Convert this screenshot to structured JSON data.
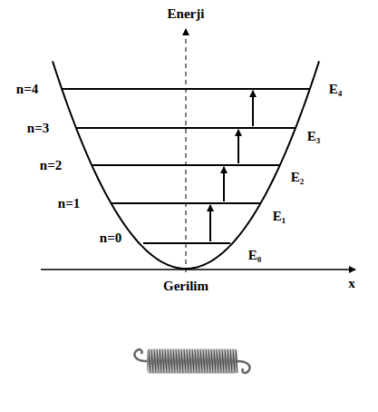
{
  "diagram": {
    "labels": [
      "Enerji",
      "n=4",
      "n=3",
      "n=2",
      "n=1",
      "n=0",
      "E₄",
      "E₃",
      "E₂",
      "E₁",
      "E₀",
      "Gerilim",
      "x"
    ]
  }
}
